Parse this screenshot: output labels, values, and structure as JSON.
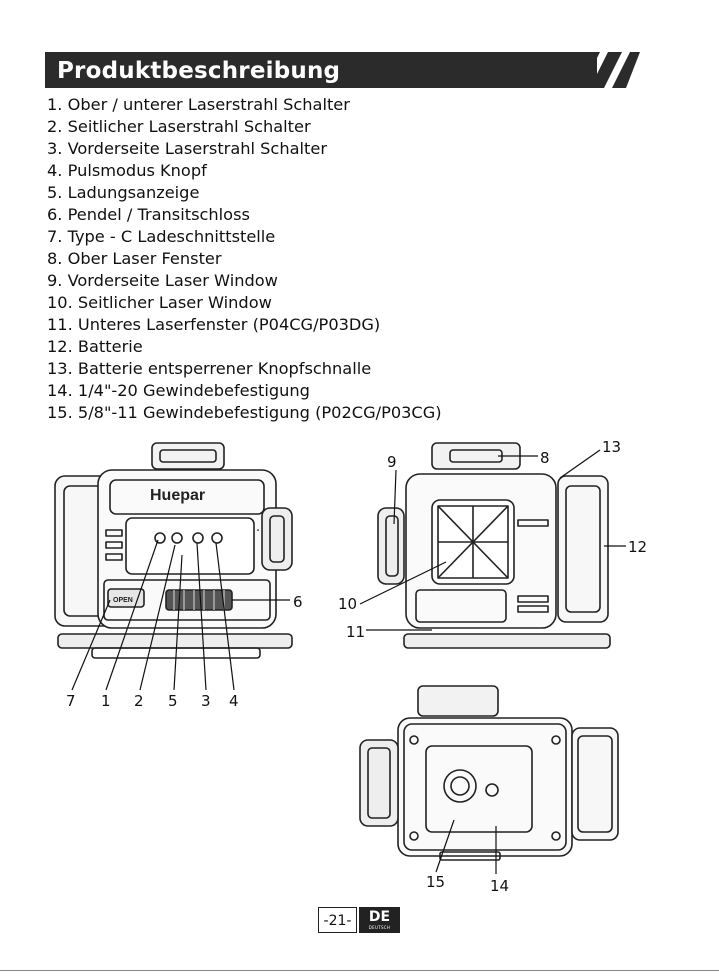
{
  "header": {
    "title": "Produktbeschreibung"
  },
  "items": [
    "1. Ober / unterer Laserstrahl Schalter",
    "2. Seitlicher Laserstrahl Schalter",
    "3. Vorderseite Laserstrahl Schalter",
    "4. Pulsmodus Knopf",
    "5. Ladungsanzeige",
    "6. Pendel / Transitschloss",
    "7. Type - C Ladeschnittstelle",
    "8. Ober Laser Fenster",
    "9. Vorderseite Laser Window",
    "10. Seitlicher Laser Window",
    "11. Unteres Laserfenster (P04CG/P03DG)",
    "12. Batterie",
    "13. Batterie entsperrener Knopfschnalle",
    "14. 1/4\"-20 Gewindebefestigung",
    "15. 5/8\"-11 Gewindebefestigung (P02CG/P03CG)"
  ],
  "figure": {
    "brand": "Huepar",
    "open_label": "OPEN",
    "callouts": {
      "c1": "1",
      "c2": "2",
      "c3": "3",
      "c4": "4",
      "c5": "5",
      "c6": "6",
      "c7": "7",
      "c8": "8",
      "c9": "9",
      "c10": "10",
      "c11": "11",
      "c12": "12",
      "c13": "13",
      "c14": "14",
      "c15": "15"
    }
  },
  "footer": {
    "page": "-21-",
    "lang": "DE",
    "lang_sub": "DEUTSCH"
  }
}
